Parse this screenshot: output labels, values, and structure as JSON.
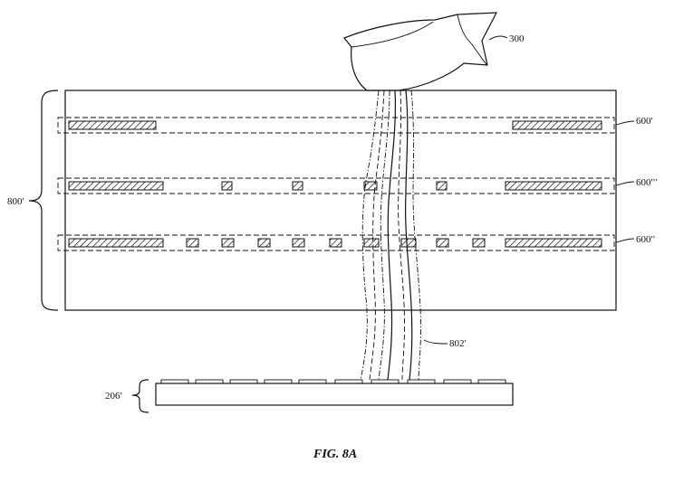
{
  "figure": {
    "caption": "FIG. 8A",
    "labels": {
      "device": "300",
      "stack": "800′",
      "layer_top": "600′",
      "layer_mid": "600′′′",
      "layer_bottom": "600′′",
      "light_paths": "802′",
      "sensor_array": "206′"
    }
  }
}
